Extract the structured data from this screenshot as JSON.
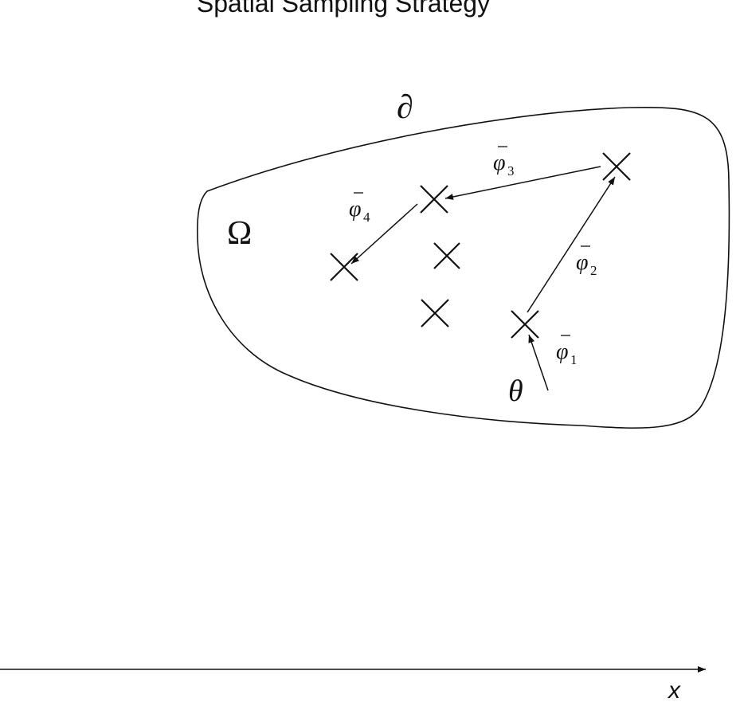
{
  "diagram": {
    "title": "Spatial Sampling Strategy",
    "boundary_label": "∂",
    "domain_label": "Ω",
    "start_label": "θ",
    "vector_symbol": "φ",
    "vectors": [
      {
        "subscript": "1"
      },
      {
        "subscript": "2"
      },
      {
        "subscript": "3"
      },
      {
        "subscript": "4"
      }
    ],
    "axis_label": "x",
    "colors": {
      "ink": "#111111",
      "background": "#ffffff"
    }
  }
}
